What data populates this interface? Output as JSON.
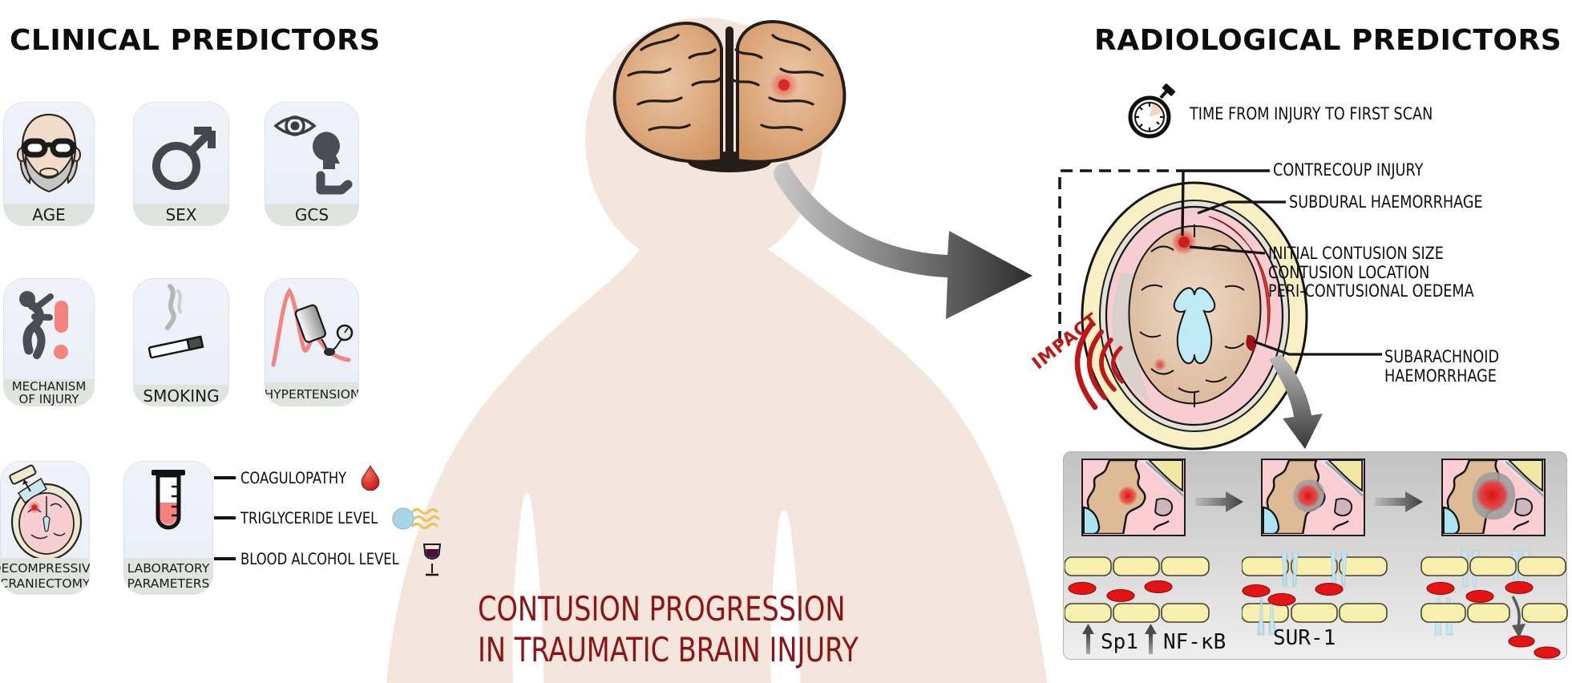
{
  "figure": {
    "left": {
      "title": "CLINICAL PREDICTORS",
      "tiles": [
        {
          "label": "AGE",
          "icon": "elderly-man-icon"
        },
        {
          "label": "SEX",
          "icon": "male-symbol-icon"
        },
        {
          "label": "GCS",
          "icon": "eye-head-arm-icon"
        },
        {
          "label": "MECHANISM OF INJURY",
          "label_lines": [
            "MECHANISM",
            "OF INJURY"
          ],
          "icon": "falling-person-icon"
        },
        {
          "label": "SMOKING",
          "icon": "cigarette-smoke-icon"
        },
        {
          "label": "HYPERTENSION",
          "icon": "blood-pressure-monitor-icon"
        },
        {
          "label": "DECOMPRESSIVE CRANIECTOMY",
          "label_lines": [
            "DECOMPRESSIVE",
            "CRANIECTOMY"
          ],
          "icon": "craniectomy-skull-flap-icon"
        },
        {
          "label": "LABORATORY PARAMETERS",
          "label_lines": [
            "LABORATORY",
            "PARAMETERS"
          ],
          "icon": "test-tube-icon"
        }
      ],
      "lab_callouts": [
        {
          "label": "COAGULOPATHY",
          "icon": "blood-drop-icon"
        },
        {
          "label": "TRIGLYCERIDE LEVEL",
          "icon": "lipid-droplet-icon"
        },
        {
          "label": "BLOOD ALCOHOL LEVEL",
          "icon": "wine-glass-icon"
        }
      ]
    },
    "center": {
      "title_line1": "CONTUSION PROGRESSION",
      "title_line2": "IN TRAUMATIC BRAIN INJURY",
      "illustrations": [
        "brain-front-view",
        "human-silhouette",
        "curved-arrow-to-ct"
      ]
    },
    "right": {
      "title": "RADIOLOGICAL PREDICTORS",
      "scan_time_label": "TIME FROM INJURY TO FIRST SCAN",
      "impact_label": "IMPACT",
      "ct_labels": {
        "contrecoup": "CONTRECOUP INJURY",
        "subdural": "SUBDURAL HAEMORRHAGE",
        "contusion_lines": [
          "INITIAL CONTUSION SIZE",
          "CONTUSION LOCATION",
          "PERI-CONTUSIONAL OEDEMA"
        ],
        "subarachnoid_lines": [
          "SUBARACHNOID",
          "HAEMORRHAGE"
        ]
      },
      "progression": {
        "sp1": "Sp1",
        "nfkb": "NF-κB",
        "sur1": "SUR-1"
      }
    },
    "colors": {
      "title_red": "#8e1312",
      "impact_red": "#bf1716",
      "tile_background": "#eef1f8",
      "tile_label_band": "#e0e4de",
      "silhouette_beige": "#f4e6dd",
      "panel_grey": "#cccccc",
      "cell_yellow": "#f8f0ae",
      "rbc_red": "#e41414",
      "channel_blue": "#c9e6f0",
      "skull_cream": "#f8f0c4",
      "cortex_pink": "#f7cdd1",
      "ventricle_blue": "#bee9f5",
      "haemorrhage_red": "#e23d31"
    }
  }
}
